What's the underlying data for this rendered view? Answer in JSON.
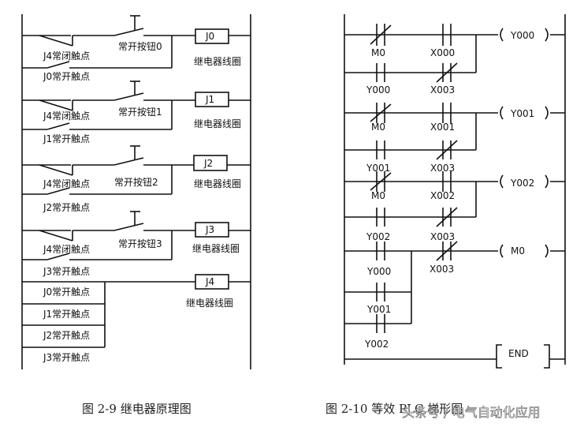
{
  "relay_diagram": {
    "caption": "图 2-9  继电器原理图",
    "rungs": [
      {
        "button": "常开按钮0",
        "coil": "J0",
        "coil_label": "继电器线圈",
        "nc_contact": "J4常闭触点",
        "no_contact": "J0常开触点"
      },
      {
        "button": "常开按钮1",
        "coil": "J1",
        "coil_label": "继电器线圈",
        "nc_contact": "J4常闭触点",
        "no_contact": "J1常开触点"
      },
      {
        "button": "常开按钮2",
        "coil": "J2",
        "coil_label": "继电器线圈",
        "nc_contact": "J4常闭触点",
        "no_contact": "J2常开触点"
      },
      {
        "button": "常开按钮3",
        "coil": "J3",
        "coil_label": "继电器线圈",
        "nc_contact": "J4常闭触点",
        "no_contact": "J3常开触点"
      }
    ],
    "last_rung": {
      "coil": "J4",
      "coil_label": "继电器线圈",
      "contacts": [
        "J0常开触点",
        "J1常开触点",
        "J2常开触点",
        "J3常开触点"
      ]
    }
  },
  "ladder_diagram": {
    "caption": "图 2-10  等效 PLC 梯形图",
    "rungs": [
      {
        "nc": "M0",
        "nc2": "X000",
        "coil": "Y000",
        "hold_no": "Y000",
        "hold_nc": "X003"
      },
      {
        "nc": "M0",
        "nc2": "X001",
        "coil": "Y001",
        "hold_no": "Y001",
        "hold_nc": "X003"
      },
      {
        "nc": "M0",
        "nc2": "X002",
        "coil": "Y002",
        "hold_no": "Y002",
        "hold_nc": "X003"
      }
    ],
    "m0_rung": {
      "nc": "X003",
      "coil": "M0",
      "parallel": [
        "Y000",
        "Y001",
        "Y002"
      ]
    },
    "end_label": "END"
  },
  "watermark": "头条号 / 电气自动化应用"
}
